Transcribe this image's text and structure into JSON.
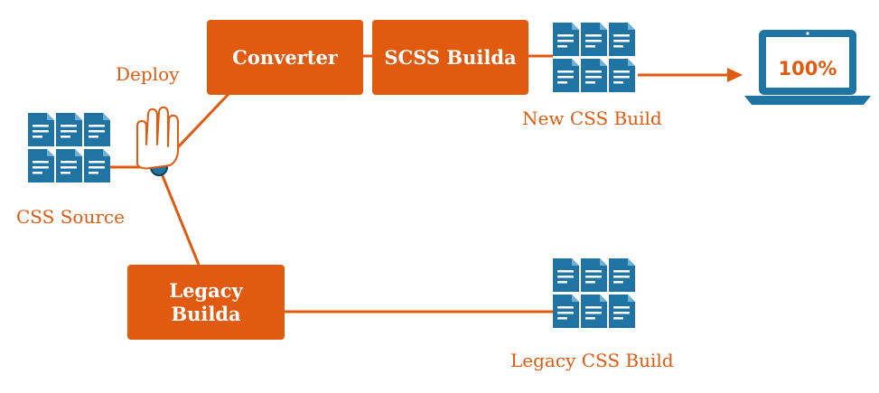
{
  "nodes": {
    "converter": "Converter",
    "scss_builda": "SCSS Builda",
    "legacy_builda": "Legacy\nBuilda"
  },
  "labels": {
    "deploy": "Deploy",
    "css_source": "CSS Source",
    "new_css_build": "New CSS Build",
    "legacy_css_build": "Legacy CSS Build"
  },
  "laptop": {
    "screen_text": "100%"
  },
  "colors": {
    "accent": "#e05a0f",
    "file_icon": "#1f74a3",
    "background": "#ffffff"
  },
  "icons": {
    "file_group": "file-stack-icon",
    "hand": "pointing-hand-icon",
    "junction": "deploy-junction-icon",
    "laptop": "laptop-icon",
    "arrow": "arrow-right-icon"
  }
}
